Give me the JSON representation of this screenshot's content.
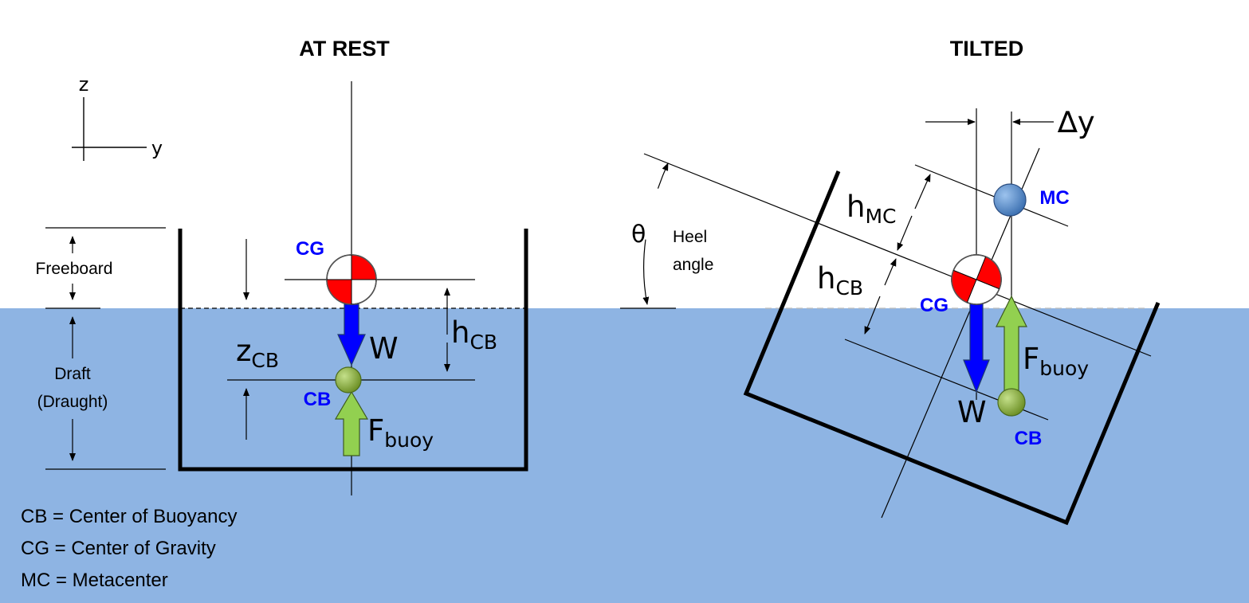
{
  "titles": {
    "at_rest": "AT REST",
    "tilted": "TILTED"
  },
  "axes": {
    "z": "z",
    "y": "y"
  },
  "dimensions": {
    "freeboard": "Freeboard",
    "draft": "Draft",
    "draught": "(Draught)",
    "z_cb": {
      "base": "z",
      "sub": "CB"
    },
    "h_cb": {
      "base": "h",
      "sub": "CB"
    },
    "h_mc": {
      "base": "h",
      "sub": "MC"
    },
    "delta_y": "∆y",
    "theta": "θ",
    "heel_line1": "Heel",
    "heel_line2": "angle"
  },
  "points": {
    "cg": "CG",
    "cb": "CB",
    "mc": "MC"
  },
  "forces": {
    "weight": "W",
    "f_buoy": {
      "base": "F",
      "sub": "buoy"
    }
  },
  "legend": [
    "CB = Center of Buoyancy",
    "CG = Center of Gravity",
    "MC = Metacenter"
  ],
  "colors": {
    "water": "#8eb4e3",
    "hull": "#000000",
    "label_blue": "#0000ff",
    "weight_arrow": "#0000ff",
    "buoy_arrow": "#92d050",
    "cg_red": "#ff0000",
    "cb_green": "#77933c",
    "mc_blue": "#4f81bd"
  }
}
